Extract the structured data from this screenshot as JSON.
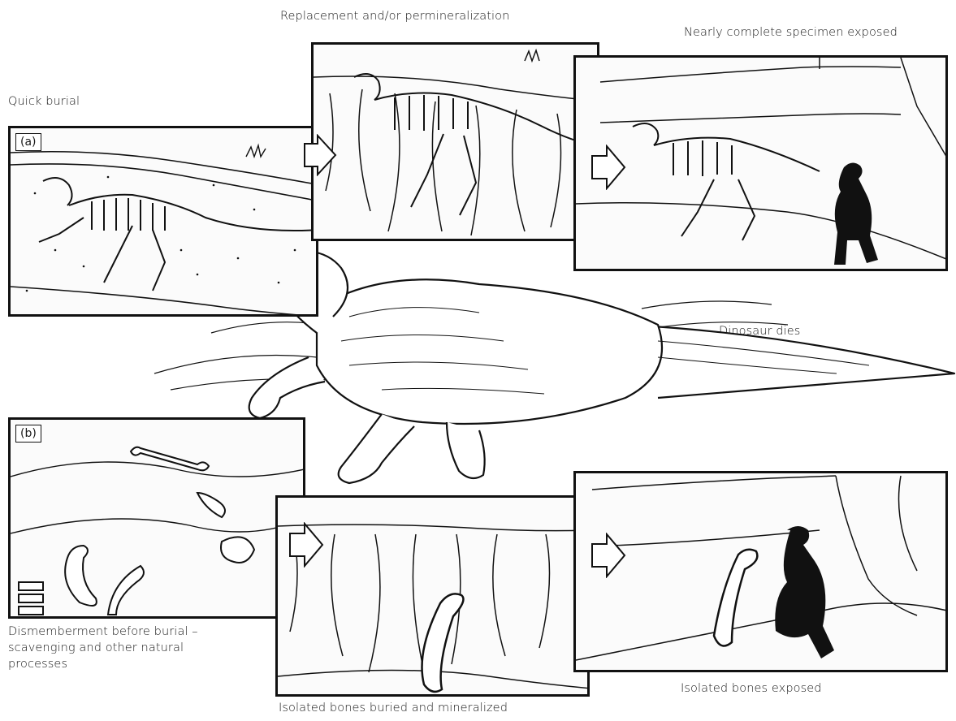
{
  "captions": {
    "quick_burial": "Quick burial",
    "replacement": "Replacement and/or permineralization",
    "exposed_complete": "Nearly complete specimen exposed",
    "dinosaur_dies": "Dinosaur dies",
    "dismemberment": "Dismemberment before burial –\nscavenging and other natural\nprocesses",
    "isolated_buried": "Isolated bones buried and mineralized",
    "isolated_exposed": "Isolated bones exposed"
  },
  "panel_labels": {
    "a": "(a)",
    "b": "(b)"
  },
  "colors": {
    "ink": "#111111",
    "paper": "#ffffff"
  },
  "icons": [
    "flow-arrow-icon",
    "dinosaur-carcass-illustration",
    "skeleton-illustration",
    "fossil-hunter-silhouette",
    "bone-illustration"
  ]
}
